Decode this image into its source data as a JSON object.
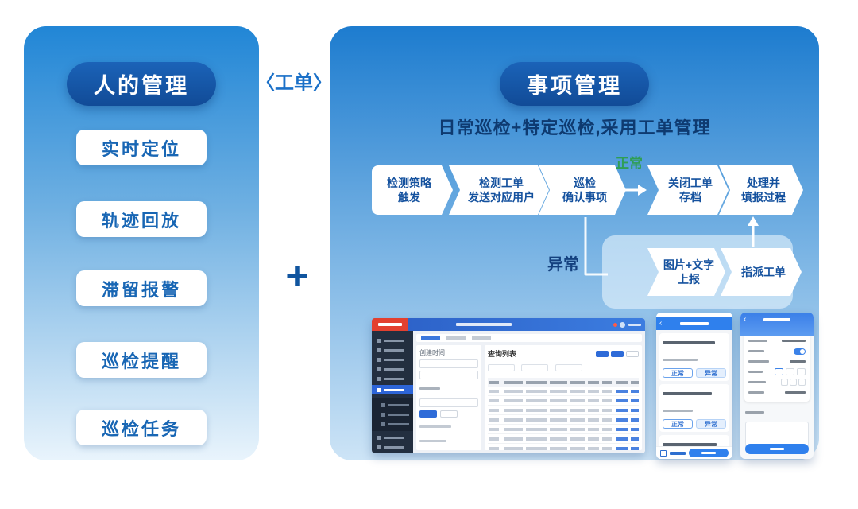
{
  "left_panel": {
    "title": "人的管理",
    "items": [
      {
        "label": "实时定位"
      },
      {
        "label": "轨迹回放"
      },
      {
        "label": "滞留报警"
      },
      {
        "label": "巡检提醒"
      },
      {
        "label": "巡检任务"
      }
    ]
  },
  "connector": {
    "work_order_label": "〈工单〉",
    "plus": "+"
  },
  "right_panel": {
    "title": "事项管理",
    "subtitle": "日常巡检+特定巡检,采用工单管理",
    "flow": {
      "step1": "检测策略\n触发",
      "step2": "检测工单\n发送对应用户",
      "step3": "巡检\n确认事项",
      "normal_label": "正常",
      "step4": "关闭工单\n存档",
      "step5": "处理并\n填报过程",
      "abnormal_label": "异常",
      "abnormal_step1": "图片+文字\n上报",
      "abnormal_step2": "指派工单"
    },
    "screens": {
      "desktop": {
        "filter_label": "创建时间",
        "list_title": "查询列表"
      },
      "mobile_tasks": {
        "btn_normal": "正常",
        "btn_abnormal": "异常"
      }
    }
  }
}
